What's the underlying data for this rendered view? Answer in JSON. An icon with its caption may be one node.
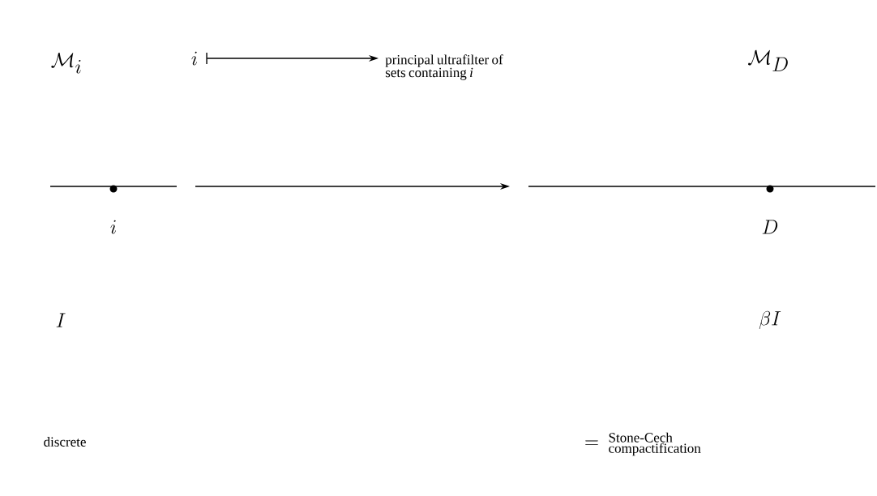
{
  "diagram": {
    "nodes": [
      {
        "text": [
          "i"
        ]
      },
      {
        "text": [
          "principal ultrafilter of sets containing *i*"
        ]
      },
      {
        "text": [],
        "shape": "line",
        "beside": [
          "i"
        ]
      },
      {
        "text": [],
        "shape": "line",
        "beside": [
          "D"
        ]
      }
    ],
    "edges": [
      {
        "from": 0,
        "to": 1,
        "arrow": "to"
      },
      {
        "from": 2,
        "to": 3,
        "arrow": "to"
      }
    ],
    "labels": [
      "\\mathcal{M}_i",
      "\\mathcal{M}_D",
      "I",
      "\\beta I",
      "discrete",
      "=",
      "Stone-Cech compactification"
    ]
  }
}
